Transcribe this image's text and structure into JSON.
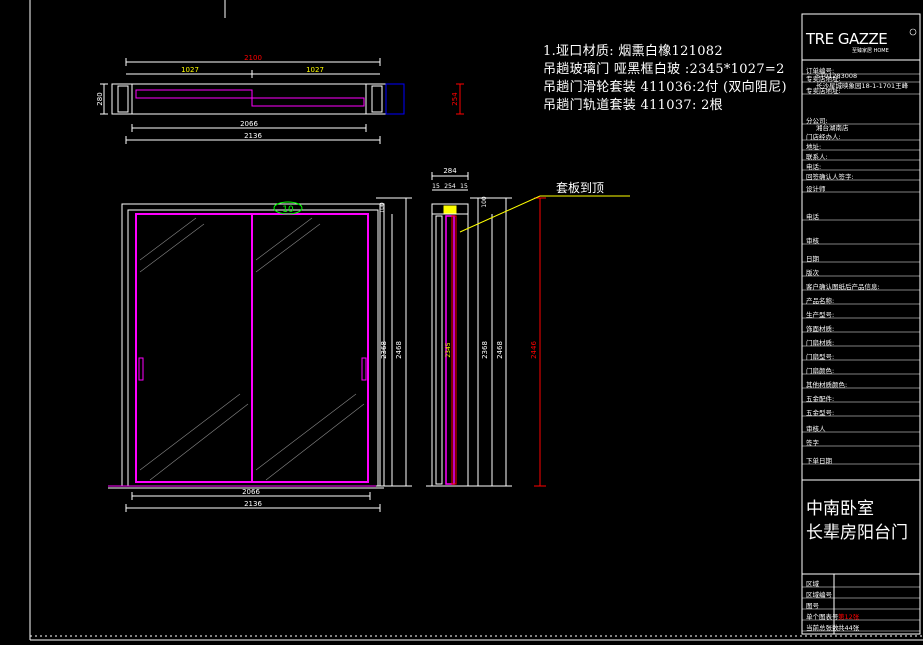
{
  "colors": {
    "background": "#000000",
    "frame": "#ffffff",
    "door": "#ff00ff",
    "dimension": "#ffffff",
    "red_dim": "#ff0000",
    "yellow": "#ffff00",
    "green": "#00ff00",
    "blue": "#0000ff",
    "cyan": "#00ffff"
  },
  "notes": [
    "1.垭口材质:  烟熏白橡121082",
    "吊趟玻璃门  哑黑框白玻 :2345*1027=2",
    "吊趟门滑轮套装 411036:2付 (双向阻尼)",
    "吊趟门轨道套装 411037: 2根"
  ],
  "plan_view": {
    "dim_total_top": "2100",
    "dim_left_panel": "1027",
    "dim_right_panel": "1027",
    "dim_left_side": "280",
    "dim_right_side": "254",
    "dim_inner": "2066",
    "dim_outer": "2136"
  },
  "elevation": {
    "marker": "10",
    "dim_inner_width": "2066",
    "dim_outer_width": "2136",
    "dim_height_1": "2368",
    "dim_height_2": "2468",
    "dim_head": "100"
  },
  "section": {
    "dim_top": "284",
    "dim_parts": [
      "15",
      "254",
      "15"
    ],
    "dim_head": "100",
    "dim_height_1": "2368",
    "dim_height_2": "2468",
    "dim_red_height": "2446",
    "dim_panel": "2345",
    "callout": "套板到顶"
  },
  "title_block": {
    "logo": "TRE GAZZE",
    "logo_sub": "至臻家居 HOME",
    "rows": [
      {
        "label": "订单编号:",
        "value": "ST01283008"
      },
      {
        "label": "专卖店地址:",
        "value": "长沙星城映象园18-1-1701王峰"
      },
      {
        "label": "专卖店地址:",
        "value": ""
      },
      {
        "label": "分公司:",
        "value": "湘台湖南店"
      },
      {
        "label": "门店经办人:",
        "value": ""
      },
      {
        "label": "地址:",
        "value": ""
      },
      {
        "label": "联系人:",
        "value": ""
      },
      {
        "label": "电话:",
        "value": ""
      },
      {
        "label": "回签确认人签字:",
        "value": ""
      },
      {
        "label": "设计师",
        "value": ""
      },
      {
        "label": "电话",
        "value": ""
      },
      {
        "label": "审核",
        "value": ""
      },
      {
        "label": "日期",
        "value": ""
      },
      {
        "label": "版次",
        "value": ""
      },
      {
        "label": "客户确认图纸后产品信息:",
        "value": ""
      },
      {
        "label": "产品名称:",
        "value": ""
      },
      {
        "label": "生产型号:",
        "value": ""
      },
      {
        "label": "饰面材质:",
        "value": ""
      },
      {
        "label": "门扇材质:",
        "value": ""
      },
      {
        "label": "门扇型号:",
        "value": ""
      },
      {
        "label": "门扇颜色:",
        "value": ""
      },
      {
        "label": "其他材质颜色:",
        "value": ""
      },
      {
        "label": "五金配件:",
        "value": ""
      },
      {
        "label": "五金型号:",
        "value": ""
      },
      {
        "label": "审核人",
        "value": ""
      },
      {
        "label": "签字",
        "value": ""
      },
      {
        "label": "下单日期",
        "value": ""
      }
    ],
    "room_title_1": "中南卧室",
    "room_title_2": "长辈房阳台门",
    "bottom_rows": [
      {
        "label": "区域",
        "value": ""
      },
      {
        "label": "区域编号",
        "value": ""
      },
      {
        "label": "图号",
        "value": ""
      },
      {
        "label": "单个图表号",
        "value": "第12张"
      },
      {
        "label": "当前总张数",
        "value": "共44张"
      }
    ]
  }
}
